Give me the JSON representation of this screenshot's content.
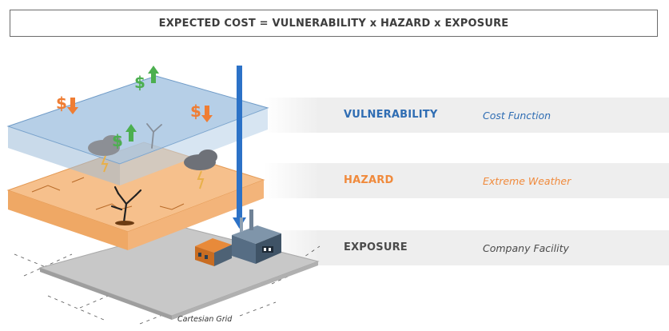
{
  "formula": "EXPECTED COST = VULNERABILITY x HAZARD x EXPOSURE",
  "layers": [
    {
      "label": "VULNERABILITY",
      "description": "Cost Function",
      "label_color": "#2f6db3",
      "desc_color": "#2f6db3"
    },
    {
      "label": "HAZARD",
      "description": "Extreme Weather",
      "label_color": "#f08a3c",
      "desc_color": "#f08a3c"
    },
    {
      "label": "EXPOSURE",
      "description": "Company Facility",
      "label_color": "#4a4a4a",
      "desc_color": "#4a4a4a"
    }
  ],
  "grid_caption": "Cartesian Grid",
  "colors": {
    "vulnerability_plane": "#a9c7e3",
    "hazard_plane": "#f6c08c",
    "grid_plane": "#c8c8c8",
    "arrow": "#2c72c7",
    "dollar_up": "#4caf50",
    "dollar_down": "#ef7d33",
    "building_roof": "#e88a3a",
    "building_body": "#5a7085"
  },
  "icons": [
    "dollar-up-icon",
    "dollar-down-icon",
    "storm-cloud-icon",
    "dead-tree-icon",
    "factory-icon",
    "warehouse-icon"
  ]
}
